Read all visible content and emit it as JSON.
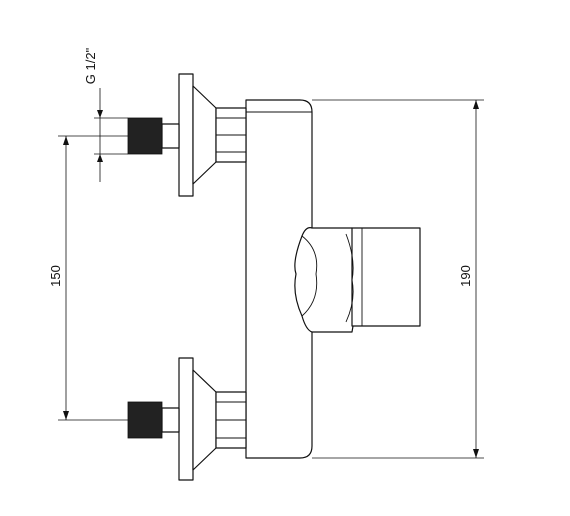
{
  "dimensions": {
    "thread_label": "G 1/2\"",
    "inlet_spacing": "150",
    "body_height": "190"
  },
  "colors": {
    "line": "#111111",
    "thread": "#222222",
    "background": "#ffffff"
  }
}
